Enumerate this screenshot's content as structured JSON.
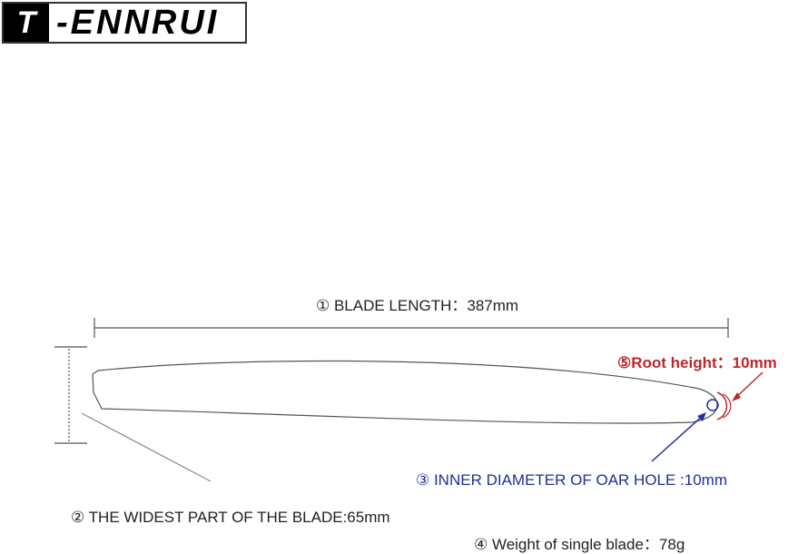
{
  "logo": {
    "mark": "T",
    "text": "-ENNRUI"
  },
  "labels": {
    "blade_length": "① BLADE LENGTH：387mm",
    "root_height": "⑤Root height：10mm",
    "oar_hole": "③ INNER DIAMETER OF OAR HOLE :10mm",
    "widest_part": "② THE WIDEST PART OF THE BLADE:65mm",
    "weight": "④ Weight of single blade：78g"
  },
  "colors": {
    "red": "#c0252a",
    "blue": "#1f2f9a",
    "line": "#555555"
  }
}
